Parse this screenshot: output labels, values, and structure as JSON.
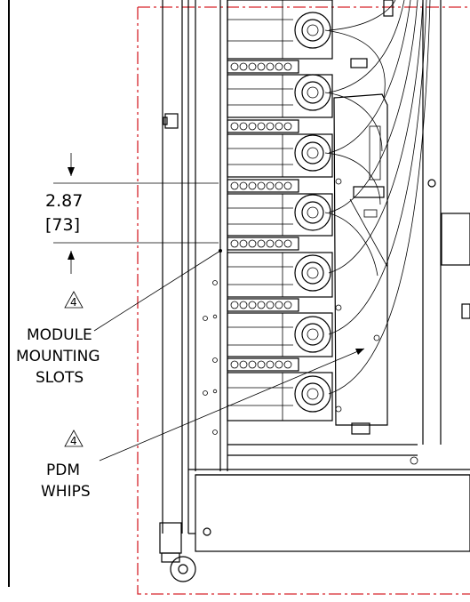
{
  "dimension": {
    "value": "2.87",
    "value_mm": "[73]"
  },
  "callouts": [
    {
      "flag": "4",
      "lines": [
        "MODULE",
        "MOUNTING",
        "SLOTS"
      ]
    },
    {
      "flag": "4",
      "lines": [
        "PDM",
        "WHIPS"
      ]
    }
  ],
  "colors": {
    "outline": "#000000",
    "boundary": "#d6242b"
  }
}
